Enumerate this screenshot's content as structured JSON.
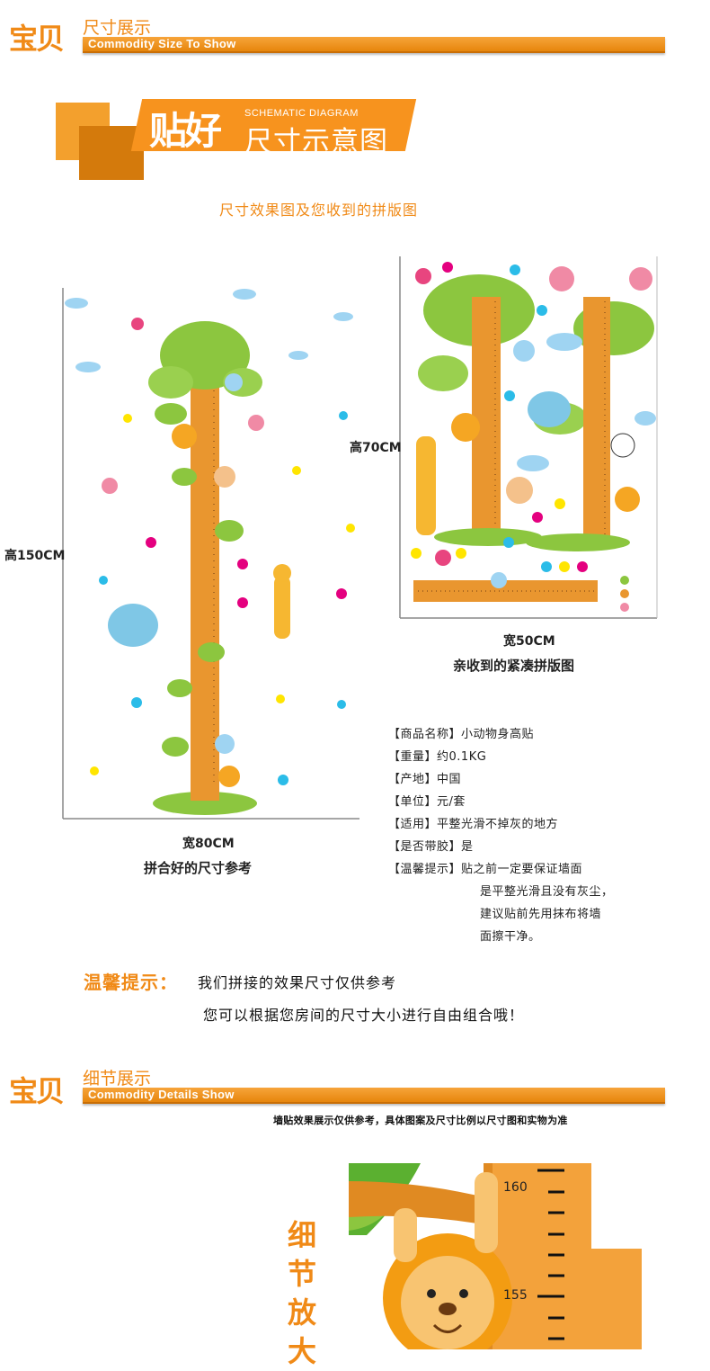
{
  "section1": {
    "title": "宝贝",
    "subtitle": "尺寸展示",
    "english": "Commodity Size To Show"
  },
  "banner": {
    "text_bold": "贴好",
    "text_main": "尺寸示意图",
    "english": "SCHEMATIC DIAGRAM"
  },
  "caption": "尺寸效果图及您收到的拼版图",
  "left_image": {
    "height_label": "高150CM",
    "width_label": "宽80CM",
    "caption": "拼合好的尺寸参考"
  },
  "right_image": {
    "height_label": "高70CM",
    "width_label": "宽50CM",
    "caption": "亲收到的紧凑拼版图"
  },
  "info": [
    {
      "key": "【商品名称】",
      "value": "小动物身高贴"
    },
    {
      "key": "【重量】",
      "value": "约0.1KG"
    },
    {
      "key": "【产地】",
      "value": "中国"
    },
    {
      "key": "【单位】",
      "value": "元/套"
    },
    {
      "key": "【适用】",
      "value": "平整光滑不掉灰的地方"
    },
    {
      "key": "【是否带胶】",
      "value": "是"
    },
    {
      "key": "【温馨提示】",
      "value": "贴之前一定要保证墙面"
    }
  ],
  "info_more": [
    "是平整光滑且没有灰尘，",
    "建议贴前先用抹布将墙",
    "面擦干净。"
  ],
  "tip": {
    "label": "温馨提示：",
    "line1": "我们拼接的效果尺寸仅供参考",
    "line2": "您可以根据您房间的尺寸大小进行自由组合哦！"
  },
  "section2": {
    "title": "宝贝",
    "subtitle": "细节展示",
    "english": "Commodity Details Show"
  },
  "note": "墙贴效果展示仅供参考，具体图案及尺寸比例以尺寸图和实物为准",
  "zoom_label": [
    "细",
    "节",
    "放",
    "大"
  ],
  "detail_ticks": {
    "upper": "160",
    "lower": "155"
  },
  "colors": {
    "orange": "#f08a17",
    "tree_green": "#8cc63f",
    "trunk": "#e9962f"
  }
}
